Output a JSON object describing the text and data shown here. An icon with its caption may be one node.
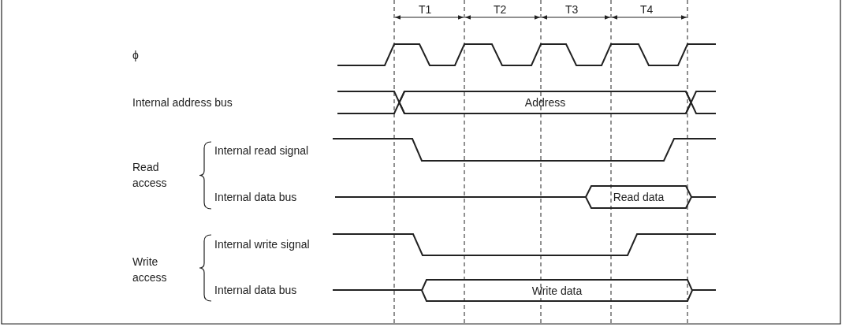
{
  "diagram": {
    "nodes": [
      {
        "text": [
          "Address"
        ]
      },
      {
        "text": [
          "Read data"
        ]
      },
      {
        "text": [
          "Write data"
        ]
      }
    ],
    "edges": [],
    "labels": [
      "T1",
      "T2",
      "T3",
      "T4",
      "ϕ",
      "Internal address bus",
      "Internal read signal",
      "Read access",
      "Internal data bus",
      "Internal write signal",
      "Write access",
      "Internal data bus"
    ]
  }
}
